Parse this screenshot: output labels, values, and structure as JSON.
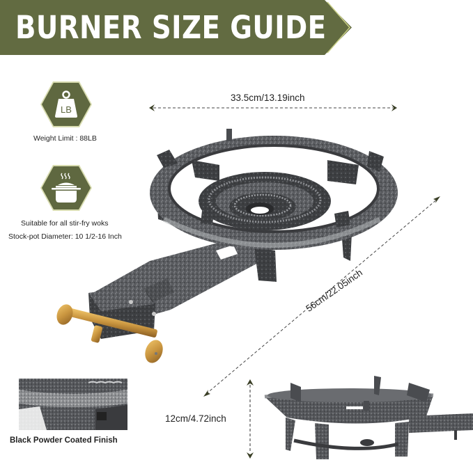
{
  "header": {
    "title": "BURNER SIZE GUIDE",
    "banner_color": "#626b41",
    "banner_edge_color": "#c9cf86"
  },
  "features": [
    {
      "icon": "weight-lb-icon",
      "icon_text": "LB",
      "lines": [
        "Weight Limit : 88LB"
      ]
    },
    {
      "icon": "cooking-pot-icon",
      "lines": [
        "Suitable for all stir-fry woks",
        "Stock-pot Diameter: 10 1/2-16 Inch"
      ]
    }
  ],
  "dimensions": {
    "width": "33.5cm/13.19inch",
    "length": "56cm/22.05inch",
    "height": "12cm/4.72inch"
  },
  "finish": {
    "label": "Black Powder Coated Finish"
  },
  "colors": {
    "accent_olive": "#626b41",
    "cast_iron": "#55575b",
    "brass": "#c9953f",
    "text": "#1e1e1e"
  }
}
